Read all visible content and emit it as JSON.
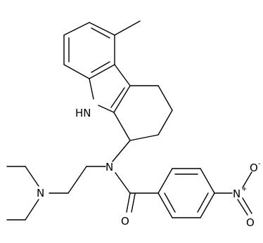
{
  "atoms": {
    "nh": "HN",
    "n_amide": "N",
    "n_amine": "N",
    "o_carbonyl": "O",
    "n_nitro": "N",
    "o_nitro_up": "O",
    "o_nitro_down": "O",
    "plus": "+",
    "minus": "-"
  }
}
